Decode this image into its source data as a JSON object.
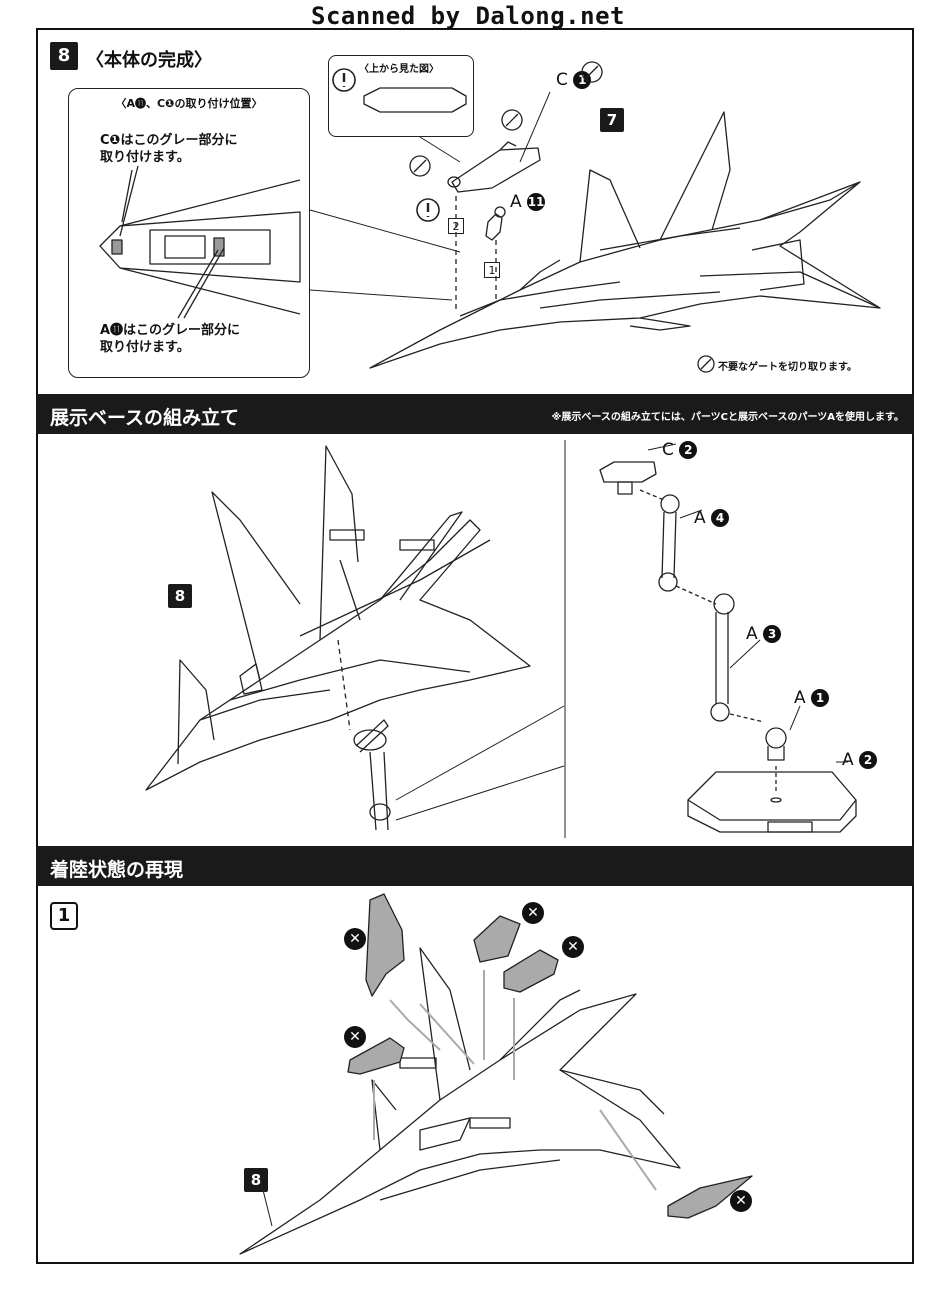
{
  "scan_credit": "Scanned by Dalong.net",
  "step8": {
    "number": "8",
    "title": "〈本体の完成〉",
    "inset_title": "〈A⓫、C❶の取り付け位置〉",
    "callout_c": [
      "C❶はこのグレー部分に",
      "取り付けます。"
    ],
    "callout_a": [
      "A⓫はこのグレー部分に",
      "取り付けます。"
    ],
    "topview_title": "〈上から見た図〉",
    "part_c": "C",
    "part_c_num": "1",
    "part_a": "A",
    "part_a_num": "11",
    "ref_step": "7",
    "order_1": "1",
    "order_2": "2",
    "gate_note": "不要なゲートを切り取ります。"
  },
  "base_section": {
    "title": "展示ベースの組み立て",
    "note": "※展示ベースの組み立てには、パーツCと展示ベースのパーツAを使用します。",
    "ref_step": "8",
    "parts": [
      {
        "letter": "C",
        "num": "2"
      },
      {
        "letter": "A",
        "num": "4"
      },
      {
        "letter": "A",
        "num": "3"
      },
      {
        "letter": "A",
        "num": "1"
      },
      {
        "letter": "A",
        "num": "2"
      }
    ]
  },
  "landing_section": {
    "title": "着陸状態の再現",
    "step": "1",
    "ref_step": "8",
    "remove_mark": "✕"
  }
}
